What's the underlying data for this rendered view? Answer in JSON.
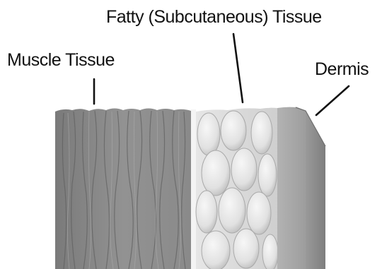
{
  "labels": {
    "fatty": "Fatty (Subcutaneous) Tissue",
    "muscle": "Muscle Tissue",
    "dermis": "Dermis"
  },
  "colors": {
    "muscle": "#8c8c8c",
    "fat": "#dcdcdc",
    "dermis": "#a8a8a8",
    "leader": "#111111"
  }
}
